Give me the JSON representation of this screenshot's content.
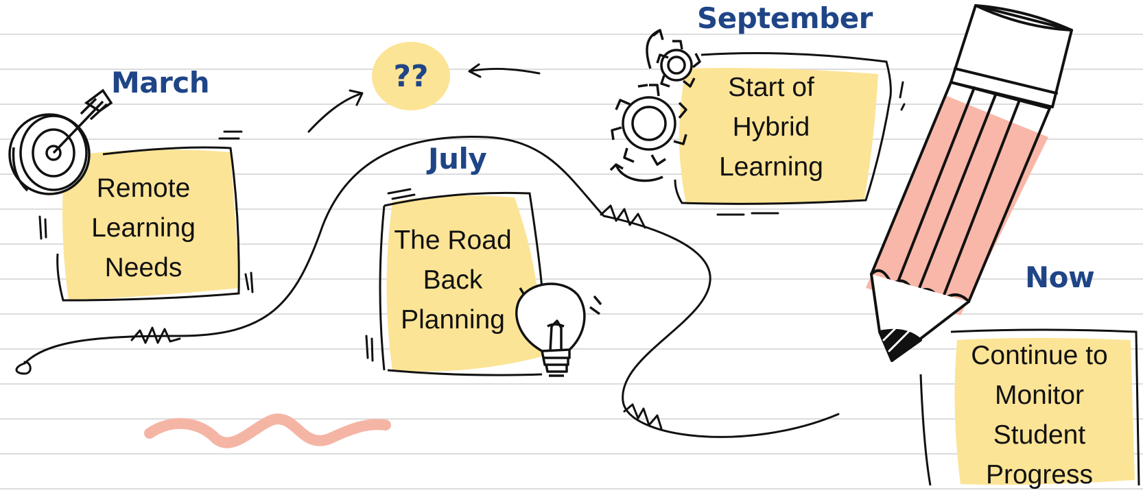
{
  "milestones": [
    {
      "month": "March",
      "text": "Remote Learning Needs"
    },
    {
      "month": "July",
      "text": "The Road Back Planning"
    },
    {
      "month": "September",
      "text": "Start of Hybrid Learning"
    },
    {
      "month": "Now",
      "text": "Continue to Monitor Student Progress"
    }
  ],
  "unknown_marker": "??",
  "colors": {
    "month_text": "#1f4587",
    "card_fill": "#fce496",
    "pencil_fill": "#f8b7a8",
    "scribble": "#f5b5a5",
    "ink": "#111111",
    "ruled_lines": "#dcdcdc"
  },
  "icons": [
    "target-arrow-icon",
    "gears-icon",
    "lightbulb-icon",
    "pencil-icon"
  ]
}
